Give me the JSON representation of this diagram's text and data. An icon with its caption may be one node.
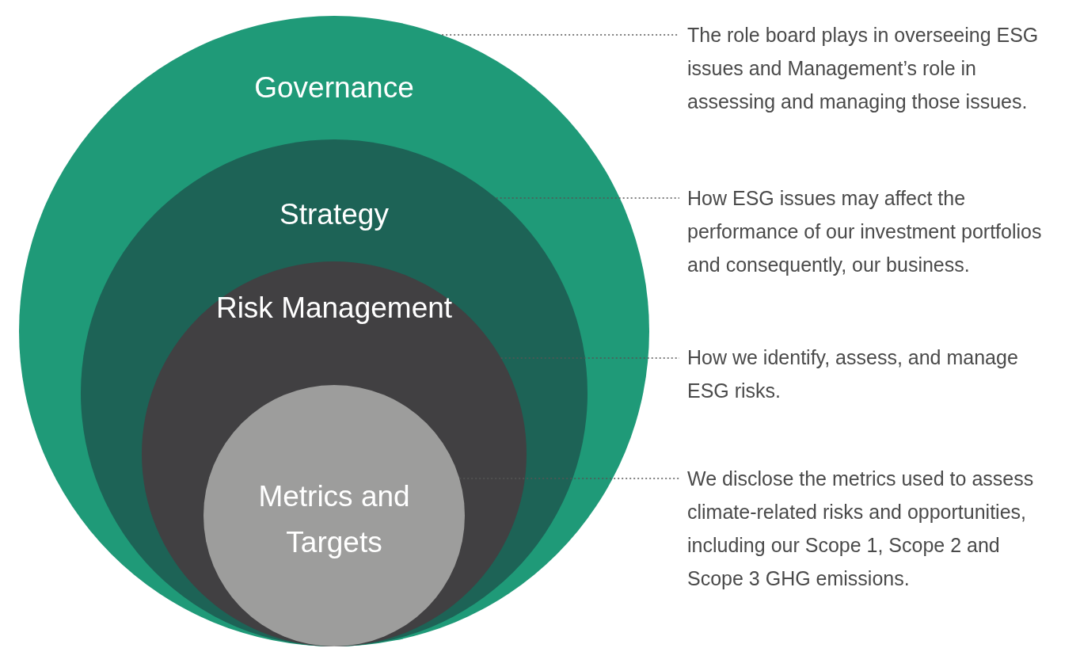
{
  "diagram": {
    "nodes": [
      {
        "text": [
          "Governance"
        ]
      },
      {
        "text": [
          "Strategy"
        ],
        "in": 0
      },
      {
        "text": [
          "Risk Management"
        ],
        "in": 1
      },
      {
        "text": [
          "Metrics and Targets"
        ],
        "in": 2
      },
      {
        "text": [
          "The role board plays in overseeing ESG issues and Management’s role in assessing and managing those issues."
        ]
      },
      {
        "text": [
          "How ESG issues may affect the performance of our investment portfolios and consequently, our business."
        ]
      },
      {
        "text": [
          "How we identify, assess, and manage ESG risks."
        ]
      },
      {
        "text": [
          "We disclose the metrics used to assess climate-related risks and opportunities, including our Scope 1, Scope 2 and Scope 3 GHG emissions."
        ]
      }
    ],
    "edges": [
      {
        "from": 0,
        "to": 4,
        "arrow": "none",
        "style": "dashed"
      },
      {
        "from": 1,
        "to": 5,
        "arrow": "none",
        "style": "dashed"
      },
      {
        "from": 2,
        "to": 6,
        "arrow": "none",
        "style": "dashed"
      },
      {
        "from": 3,
        "to": 7,
        "arrow": "none",
        "style": "dashed"
      }
    ]
  }
}
